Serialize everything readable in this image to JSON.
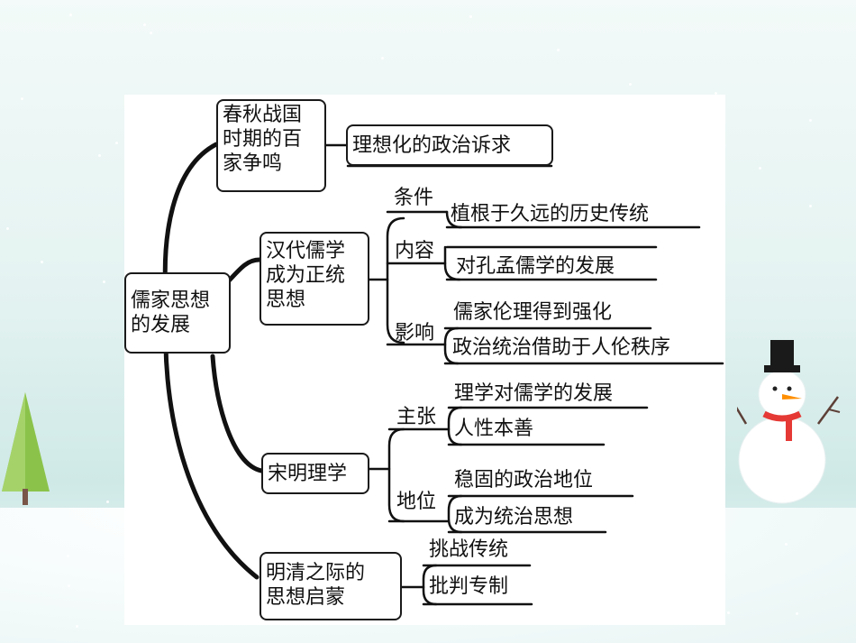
{
  "diagram": {
    "root": {
      "line1": "儒家思想",
      "line2": "的发展"
    },
    "branches": [
      {
        "title_lines": [
          "春秋战国",
          "时期的百",
          "家争鸣"
        ],
        "leaf": "理想化的政治诉求"
      },
      {
        "title_lines": [
          "汉代儒学",
          "成为正统",
          "思想"
        ],
        "groups": [
          {
            "label": "条件",
            "items": [
              "植根于久远的历史传统"
            ]
          },
          {
            "label": "内容",
            "items": [
              "对孔孟儒学的发展"
            ]
          },
          {
            "label": "影响",
            "items": [
              "儒家伦理得到强化",
              "政治统治借助于人伦秩序"
            ]
          }
        ]
      },
      {
        "title_lines": [
          "宋明理学"
        ],
        "groups": [
          {
            "label": "主张",
            "items": [
              "理学对儒学的发展",
              "人性本善"
            ]
          },
          {
            "label": "地位",
            "items": [
              "稳固的政治地位",
              "成为统治思想"
            ]
          }
        ]
      },
      {
        "title_lines": [
          "明清之际的",
          "思想启蒙"
        ],
        "items": [
          "挑战传统",
          "批判专制"
        ]
      }
    ]
  },
  "colors": {
    "line": "#111111",
    "background": "#e4f3f1",
    "tree": "#8bc34a",
    "scarf": "#e53935"
  }
}
